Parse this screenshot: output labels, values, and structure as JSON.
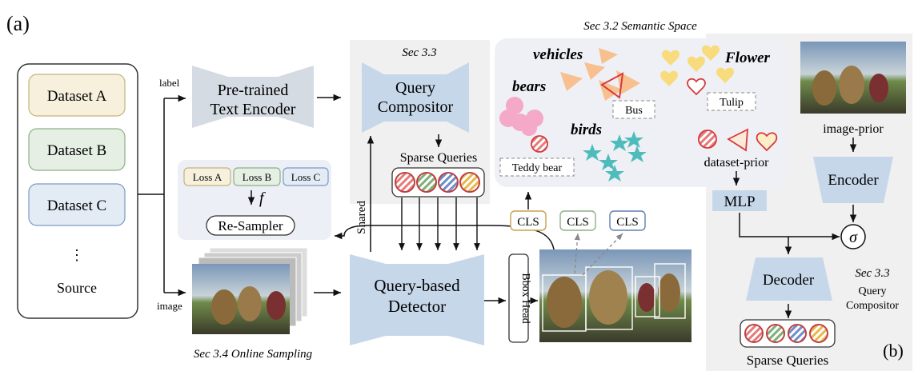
{
  "panel_a_label": "(a)",
  "panel_b_label": "(b)",
  "source": {
    "datasets": [
      "Dataset A",
      "Dataset B",
      "Dataset C"
    ],
    "ellipsis": "⋮",
    "label": "Source"
  },
  "edge_labels": {
    "label": "label",
    "image": "image",
    "shared": "Shared"
  },
  "text_encoder": {
    "line1": "Pre-trained",
    "line2": "Text Encoder"
  },
  "query_compositor": {
    "section": "Sec 3.3",
    "line1": "Query",
    "line2": "Compositor"
  },
  "sparse_queries_label": "Sparse Queries",
  "resampler": {
    "losses": [
      "Loss A",
      "Loss B",
      "Loss C"
    ],
    "f": "f",
    "resampler": "Re-Sampler"
  },
  "detector": {
    "line1": "Query-based",
    "line2": "Detector",
    "bbox_head": "Bbox Head"
  },
  "cls_labels": [
    "CLS",
    "CLS",
    "CLS"
  ],
  "online_sampling": "Sec 3.4 Online Sampling",
  "semantic_space": {
    "title": "Sec 3.2 Semantic Space",
    "vehicles": "vehicles",
    "flower": "Flower",
    "bears": "bears",
    "birds": "birds",
    "bus": "Bus",
    "tulip": "Tulip",
    "teddy_bear": "Teddy bear",
    "dataset_prior": "dataset-prior"
  },
  "panel_b": {
    "image_prior": "image-prior",
    "encoder": "Encoder",
    "mlp": "MLP",
    "sigma": "σ",
    "decoder": "Decoder",
    "section": "Sec 3.3",
    "qc_line1": "Query",
    "qc_line2": "Compositor",
    "sparse_queries": "Sparse Queries"
  },
  "colors": {
    "box_blue": "#c7d7ea",
    "box_gray": "#d5dbe3",
    "panel_gray": "#f0f0f0",
    "semantic_bg": "#eef0f6",
    "dataset_a": "#f6f0dc",
    "dataset_b": "#e6efe4",
    "dataset_c": "#e3ebf5",
    "triangle": "#f7c08e",
    "heart": "#f8db7c",
    "circle": "#f4a9c8",
    "star": "#4fbcbc"
  }
}
